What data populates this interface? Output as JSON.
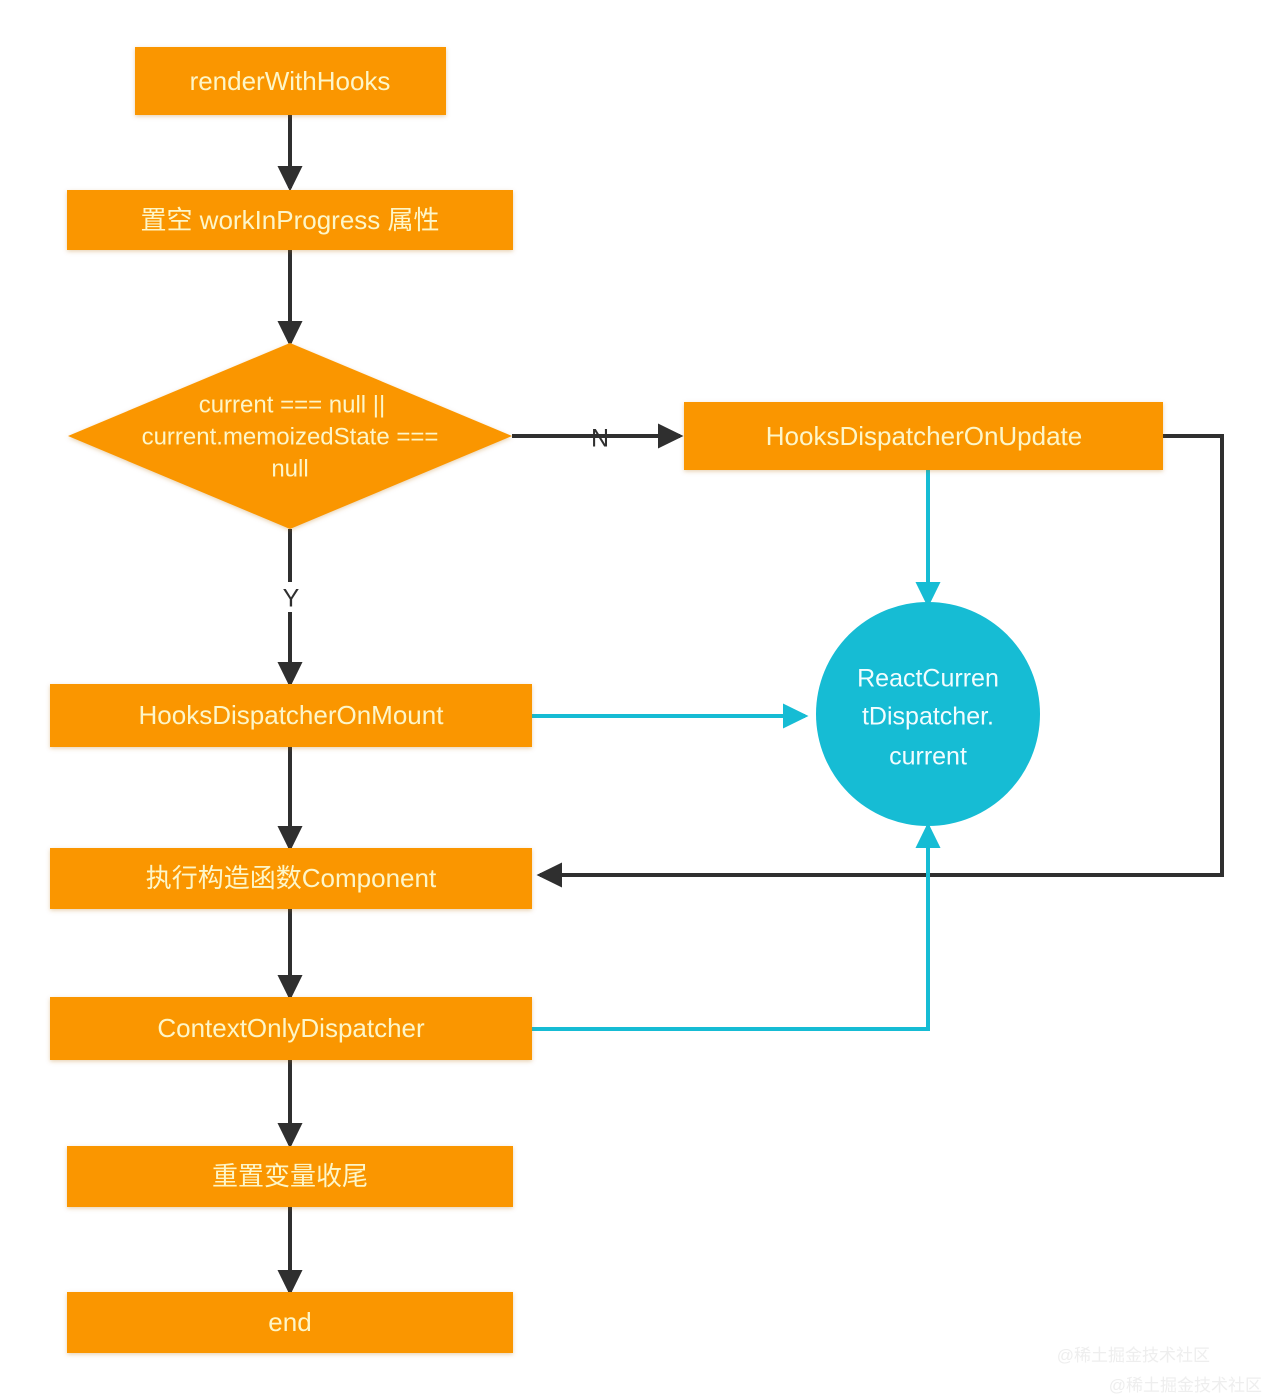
{
  "diagram": {
    "title": "renderWithHooks flow",
    "colors": {
      "node_fill": "#fa9600",
      "circle_fill": "#16bcd4",
      "node_text": "#fdf6c8",
      "circle_text": "#f2fdff",
      "edge_dark": "#2f2f2f",
      "edge_teal": "#16bcd4",
      "background": "#ffffff",
      "watermark": "#eeeeee"
    },
    "nodes": {
      "render_with_hooks": {
        "label": "renderWithHooks",
        "shape": "rect"
      },
      "clear_wip": {
        "label": "置空 workInProgress 属性",
        "shape": "rect"
      },
      "decision": {
        "shape": "diamond",
        "line1": "current === null ||",
        "line2": "current.memoizedState ===",
        "line3": "null"
      },
      "dispatcher_on_update": {
        "label": "HooksDispatcherOnUpdate",
        "shape": "rect"
      },
      "dispatcher_on_mount": {
        "label": "HooksDispatcherOnMount",
        "shape": "rect"
      },
      "react_current_dispatcher": {
        "shape": "circle",
        "line1": "ReactCurren",
        "line2": "tDispatcher.",
        "line3": "current"
      },
      "run_component": {
        "label": "执行构造函数Component",
        "shape": "rect"
      },
      "context_only_dispatcher": {
        "label": "ContextOnlyDispatcher",
        "shape": "rect"
      },
      "reset_vars": {
        "label": "重置变量收尾",
        "shape": "rect"
      },
      "end": {
        "label": "end",
        "shape": "rect"
      }
    },
    "edge_labels": {
      "yes": "Y",
      "no": "N"
    },
    "watermark": {
      "line1": "@稀土掘金技术社区",
      "line2": "@稀土掘金技术社区"
    }
  }
}
